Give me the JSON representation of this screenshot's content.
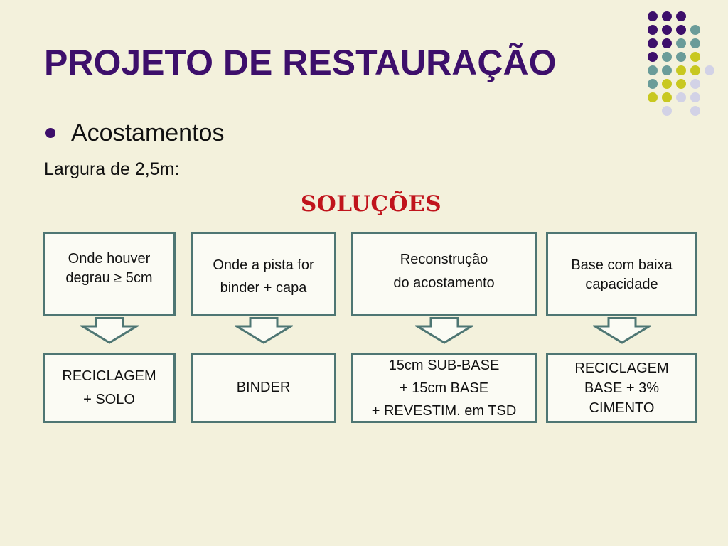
{
  "slide": {
    "title": "PROJETO DE RESTAURAÇÃO",
    "bullet": "Acostamentos",
    "subtext": "Largura de 2,5m:",
    "heading": "SOLUÇÕES"
  },
  "colors": {
    "background": "#f3f1dc",
    "title": "#3d0f6b",
    "heading": "#c0141c",
    "box_border": "#4e7673",
    "dot_purple": "#3d0f6b",
    "dot_teal": "#6a9c99",
    "dot_yellow": "#c8c820",
    "dot_lavender": "#d2d2e6"
  },
  "columns": [
    {
      "condition": [
        "Onde houver",
        "degrau ≥ 5cm"
      ],
      "solution": [
        "RECICLAGEM",
        "+ SOLO"
      ]
    },
    {
      "condition": [
        "Onde a pista for",
        "binder + capa"
      ],
      "solution": [
        "BINDER"
      ]
    },
    {
      "condition": [
        "Reconstrução",
        "do acostamento"
      ],
      "solution": [
        "15cm SUB-BASE",
        "+ 15cm BASE",
        "+ REVESTIM. em TSD"
      ]
    },
    {
      "condition": [
        "Base com baixa",
        "capacidade"
      ],
      "solution": [
        "RECICLAGEM",
        "BASE + 3%",
        "CIMENTO"
      ]
    }
  ]
}
